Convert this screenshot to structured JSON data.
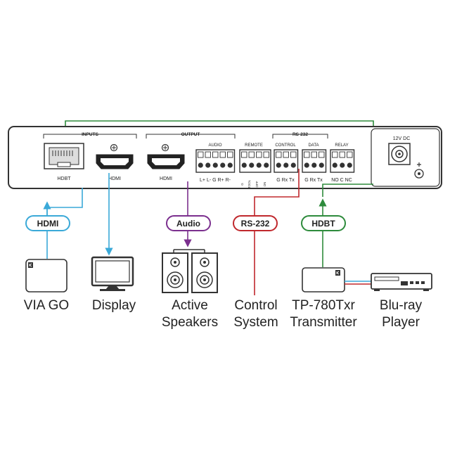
{
  "panel": {
    "inputs_label": "INPUTS",
    "output_label": "OUTPUT",
    "rs232_label": "RS-232",
    "power_label": "12V DC",
    "hdbt_port": "HDBT",
    "hdmi_in_port": "HDMI",
    "hdmi_out_port": "HDMI",
    "audio_label": "AUDIO",
    "audio_pins": "L+ L- G R+ R-",
    "remote_label": "REMOTE",
    "remote_pins": [
      "G",
      "TOOL",
      "OFF",
      "ON"
    ],
    "control_label": "CONTROL",
    "control_pins": "G Rx Tx",
    "data_label": "DATA",
    "data_pins": "G Rx Tx",
    "relay_label": "RELAY",
    "relay_pins": "NO C NC"
  },
  "connections": [
    {
      "id": "hdmi-in",
      "label": "HDMI",
      "color": "#3aa9d8"
    },
    {
      "id": "display",
      "label": "",
      "color": "#3aa9d8"
    },
    {
      "id": "audio",
      "label": "Audio",
      "color": "#7b2f8e"
    },
    {
      "id": "rs232",
      "label": "RS-232",
      "color": "#c0282d"
    },
    {
      "id": "hdbt",
      "label": "HDBT",
      "color": "#2e8b3c"
    }
  ],
  "devices": [
    {
      "id": "via-go",
      "line1": "VIA GO",
      "line2": ""
    },
    {
      "id": "display",
      "line1": "Display",
      "line2": ""
    },
    {
      "id": "speakers",
      "line1": "Active",
      "line2": "Speakers"
    },
    {
      "id": "control",
      "line1": "Control",
      "line2": "System"
    },
    {
      "id": "transmitter",
      "line1": "TP-780Txr",
      "line2": "Transmitter"
    },
    {
      "id": "bluray",
      "line1": "Blu-ray",
      "line2": "Player"
    }
  ]
}
